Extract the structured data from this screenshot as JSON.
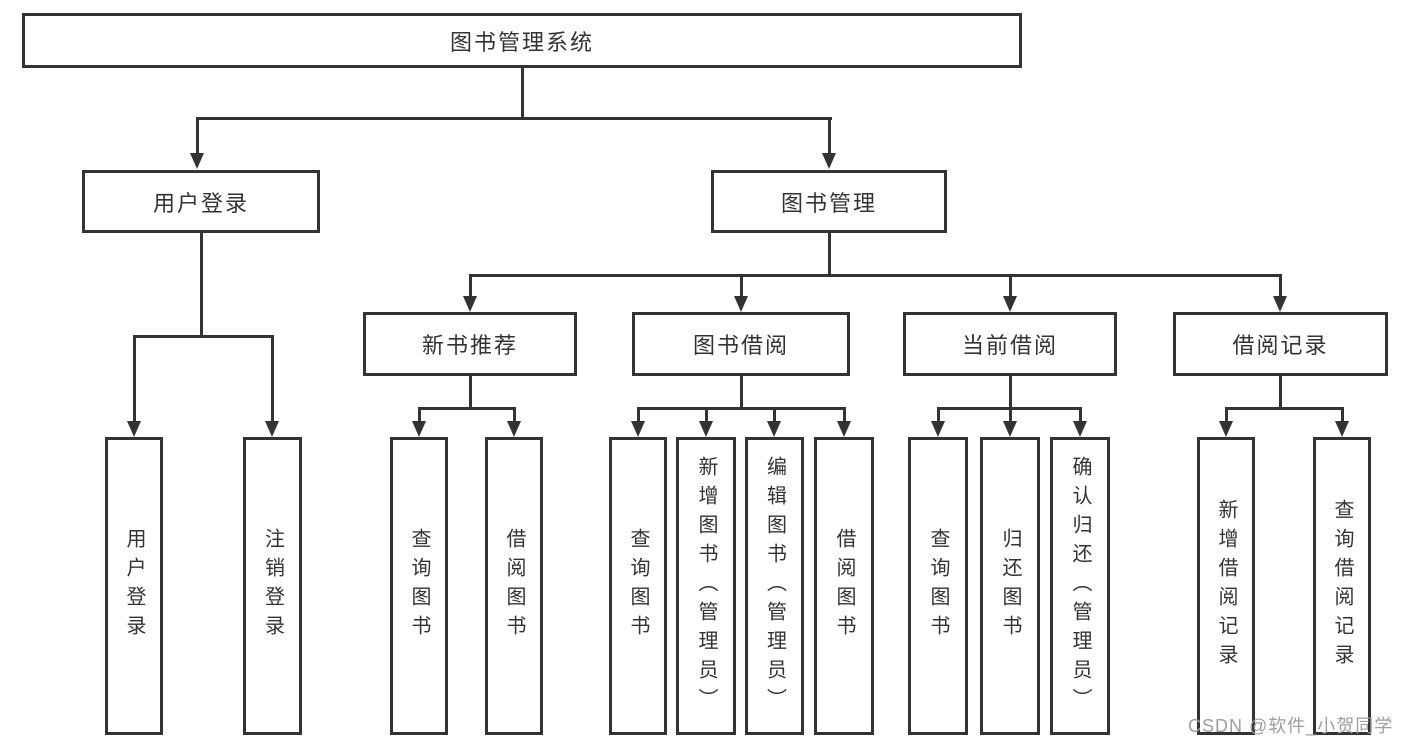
{
  "diagram_title": "图书管理系统",
  "tree": {
    "label": "图书管理系统",
    "children": [
      {
        "label": "用户登录",
        "children": [
          {
            "label": "用户登录"
          },
          {
            "label": "注销登录"
          }
        ]
      },
      {
        "label": "图书管理",
        "children": [
          {
            "label": "新书推荐",
            "children": [
              {
                "label": "查询图书"
              },
              {
                "label": "借阅图书"
              }
            ]
          },
          {
            "label": "图书借阅",
            "children": [
              {
                "label": "查询图书"
              },
              {
                "label": "新增图书（管理员）"
              },
              {
                "label": "编辑图书（管理员）"
              },
              {
                "label": "借阅图书"
              }
            ]
          },
          {
            "label": "当前借阅",
            "children": [
              {
                "label": "查询图书"
              },
              {
                "label": "归还图书"
              },
              {
                "label": "确认归还（管理员）"
              }
            ]
          },
          {
            "label": "借阅记录",
            "children": [
              {
                "label": "新增借阅记录"
              },
              {
                "label": "查询借阅记录"
              }
            ]
          }
        ]
      }
    ]
  },
  "watermark": {
    "text": "CSDN @软件_小贺同学",
    "color": "#9e9e9e"
  },
  "colors": {
    "line": "#333333",
    "box_border": "#333333",
    "text": "#333333",
    "background": "#ffffff"
  }
}
